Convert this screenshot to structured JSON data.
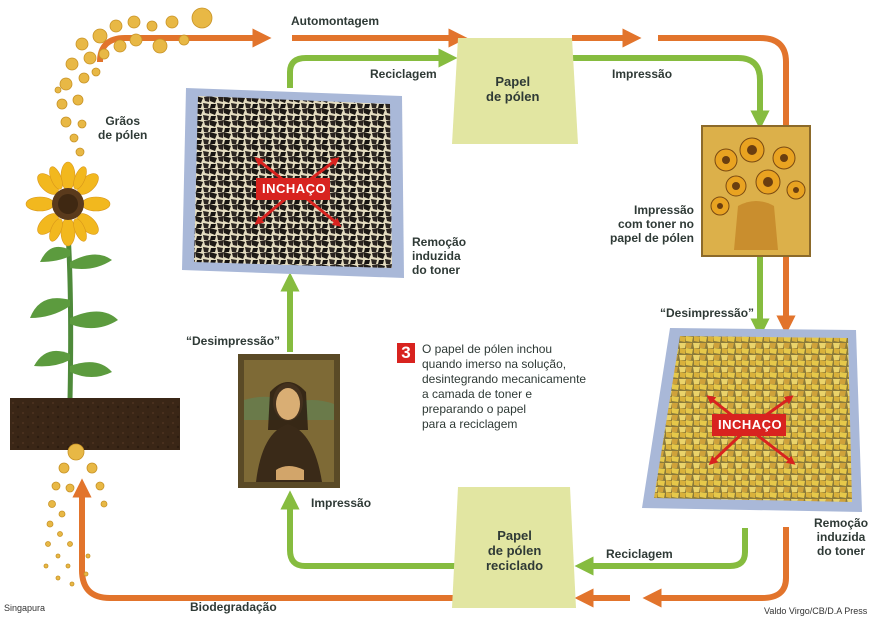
{
  "labels": {
    "automontagem": "Automontagem",
    "graos": [
      "Grãos",
      "de pólen"
    ],
    "reciclagem_top": "Reciclagem",
    "papel_polen": [
      "Papel",
      "de pólen"
    ],
    "impressao_top": "Impressão",
    "impressao_toner": [
      "Impressão",
      "com toner no",
      "papel de pólen"
    ],
    "remocao_top": [
      "Remoção",
      "induzida",
      "do toner"
    ],
    "desimpressao_right": "“Desimpressão”",
    "remocao_bottom": [
      "Remoção",
      "induzida",
      "do toner"
    ],
    "reciclagem_bottom": "Reciclagem",
    "papel_reciclado": [
      "Papel",
      "de pólen",
      "reciclado"
    ],
    "impressao_left": "Impressão",
    "desimpressao_left": "“Desimpressão”",
    "biodegradacao": "Biodegradação",
    "inchaco_top": "INCHAÇO",
    "inchaco_bottom": "INCHAÇO"
  },
  "note": {
    "number": "3",
    "lines": [
      "O papel de pólen inchou",
      "quando imerso na solução,",
      "desintegrando mecanicamente",
      "a camada de toner e",
      "preparando o papel",
      "para a reciclagem"
    ]
  },
  "credits": {
    "left": "Singapura",
    "right": "Valdo Virgo/CB/D.A Press"
  },
  "colors": {
    "orange": "#e2742c",
    "green": "#86bc3f",
    "paper": "#e2e6a2",
    "blue_mat": "#a9b8d8",
    "ink_red": "#d8231f"
  }
}
